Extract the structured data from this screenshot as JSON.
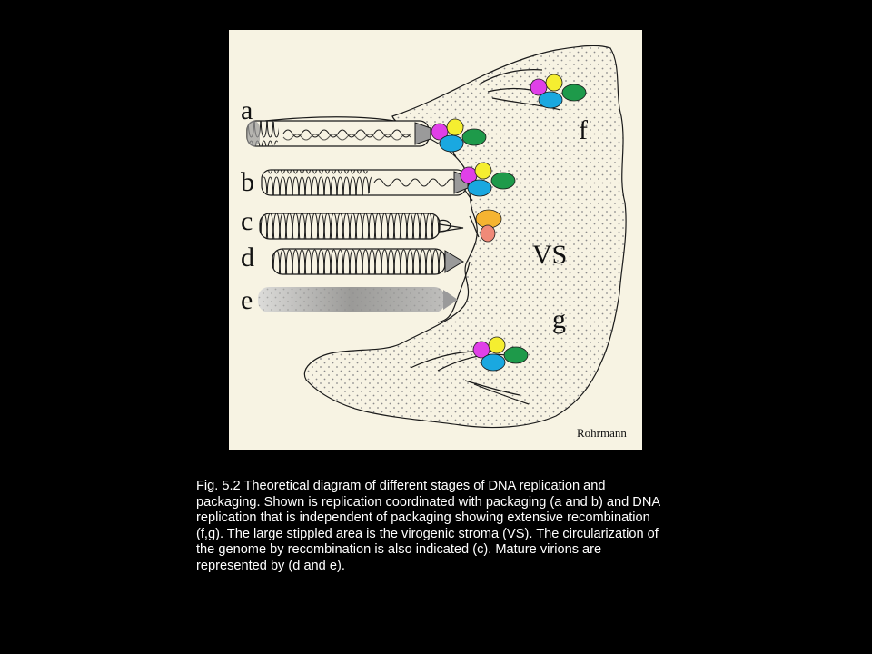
{
  "figure": {
    "labels": {
      "a": "a",
      "b": "b",
      "c": "c",
      "d": "d",
      "e": "e",
      "f": "f",
      "g": "g",
      "vs": "VS"
    },
    "credit": "Rohrmann",
    "colors": {
      "background": "#f7f3e3",
      "stroke": "#1a1a1a",
      "stipple": "#8a8a8a",
      "magenta": "#e040e8",
      "yellow": "#f5ee30",
      "blue": "#1aa8e0",
      "green": "#1e9a4a",
      "orange": "#f5b431",
      "salmon": "#f08a78"
    }
  },
  "caption": {
    "lines": [
      "Fig. 5.2 Theoretical diagram of different stages of DNA replication and",
      "packaging.  Shown is replication coordinated with packaging (a and b) and DNA",
      "replication that is independent of packaging showing extensive recombination",
      "(f,g).  The large stippled area is the virogenic stroma (VS).  The circularization of",
      "the genome by recombination is also indicated (c).  Mature virions are",
      "represented by (d and e)."
    ]
  }
}
